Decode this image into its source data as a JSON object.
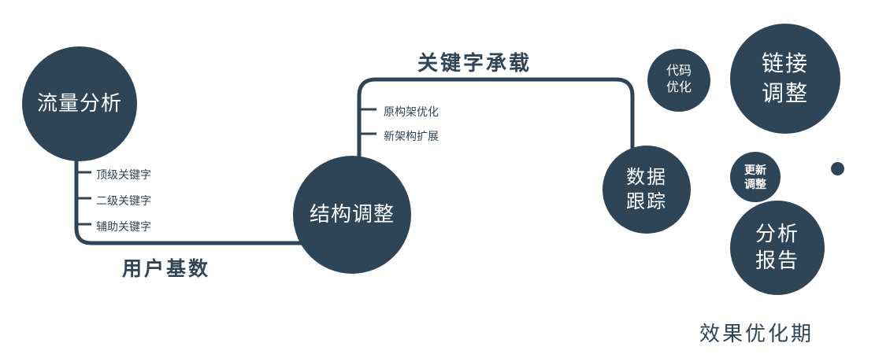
{
  "diagram": {
    "nodes": {
      "traffic": {
        "label": "流量分析"
      },
      "structure": {
        "label": "结构调整"
      },
      "data_tracking": {
        "lines": [
          "数据",
          "跟踪"
        ]
      },
      "code_opt": {
        "lines": [
          "代码",
          "优化"
        ]
      },
      "link_adjust": {
        "lines": [
          "链接",
          "调整"
        ]
      },
      "update_adjust": {
        "lines": [
          "更新",
          "调整"
        ]
      },
      "analysis_report": {
        "lines": [
          "分析",
          "报告"
        ]
      }
    },
    "branches": {
      "traffic": [
        "顶级关键字",
        "二级关键字",
        "辅助关键字"
      ],
      "structure": [
        "原构架优化",
        "新架构扩展"
      ]
    },
    "edge_labels": {
      "user_base": "用户基数",
      "keyword_carry": "关键字承载"
    },
    "footer": "效果优化期",
    "colors": {
      "primary": "#2e4557",
      "node_text": "#ffffff",
      "background": "#ffffff"
    }
  }
}
